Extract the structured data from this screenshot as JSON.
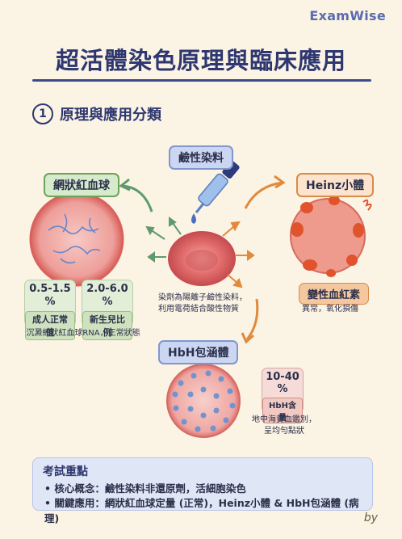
{
  "brand": "ExamWise",
  "title": "超活體染色原理與臨床應用",
  "section": {
    "number": "1",
    "label": "原理與應用分類"
  },
  "dye": {
    "label": "鹼性染料"
  },
  "center_note": {
    "line1": "染劑為陽離子鹼性染料，",
    "line2": "利用電荷結合酸性物質"
  },
  "reticulocyte": {
    "label": "網狀紅血球",
    "normal": {
      "value_line1": "0.5-1.5",
      "value_line2": "%",
      "tag": "成人正常值"
    },
    "newborn": {
      "value_line1": "2.0-6.0",
      "value_line2": "%",
      "tag": "新生兒比例"
    },
    "note": "沉澱網狀紅血球RNA，正常狀態"
  },
  "heinz": {
    "label": "Heinz小體",
    "sub_tag": "變性血紅素",
    "note": "異常，氧化損傷"
  },
  "hbh": {
    "label": "HbH包涵體",
    "value_line1": "10-40",
    "value_line2": "%",
    "tag": "HbH含量",
    "note_line1": "地中海貧血鑑別，",
    "note_line2": "呈均勻點狀"
  },
  "exam": {
    "heading": "考試重點",
    "points": [
      "• 核心概念：鹼性染料非還原劑，活細胞染色",
      "• 關鍵應用：網狀紅血球定量 (正常)，Heinz小體 & HbH包涵體 (病理)"
    ]
  },
  "signature": "by",
  "colors": {
    "navy": "#2e3770",
    "cell": "#e06a6a",
    "orange_arrow": "#e08a3c",
    "green_arrow": "#5f9a6e"
  }
}
